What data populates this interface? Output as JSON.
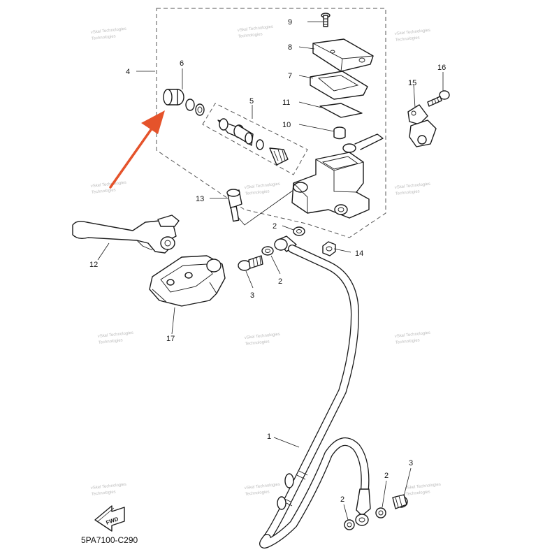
{
  "diagram_code": "5PA7100-C290",
  "fwd_label": "FWD",
  "watermark_line1": "vSkel Technologies",
  "watermark_line2": "Technologies",
  "callouts": {
    "c1": "1",
    "c2a": "2",
    "c2b": "2",
    "c2c": "2",
    "c2d": "2",
    "c3a": "3",
    "c3b": "3",
    "c4": "4",
    "c5": "5",
    "c6": "6",
    "c7": "7",
    "c8": "8",
    "c9": "9",
    "c10": "10",
    "c11": "11",
    "c12": "12",
    "c13": "13",
    "c14": "14",
    "c15": "15",
    "c16": "16",
    "c17": "17"
  },
  "colors": {
    "pointer_arrow": "#e5532b",
    "line": "#1a1a1a"
  },
  "icons": {
    "fwd": "forward-arrow-icon",
    "pointer": "red-pointer-arrow-icon"
  }
}
